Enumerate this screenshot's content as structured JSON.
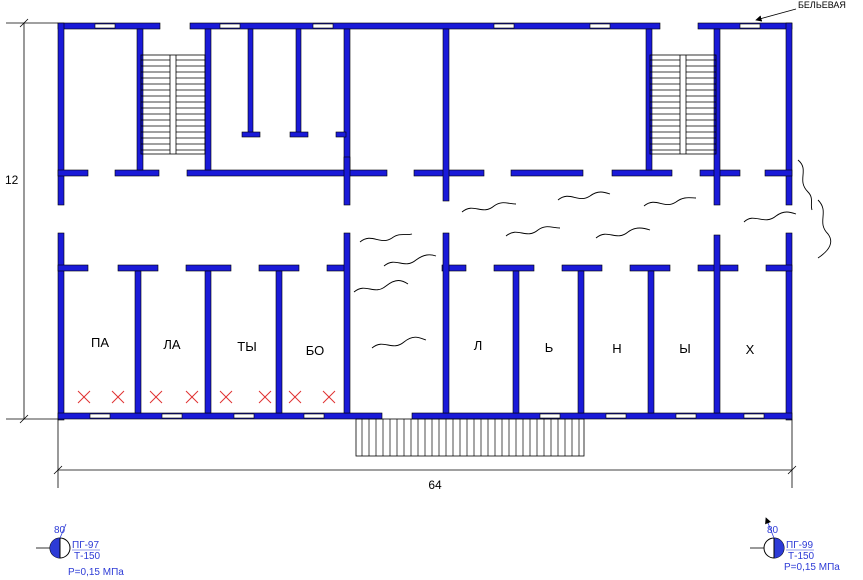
{
  "drawing": {
    "title_note": "БЕЛЬЕВАЯ",
    "dimension_height": "12",
    "dimension_width": "64",
    "rooms": [
      {
        "id": "r1",
        "label": "ПА"
      },
      {
        "id": "r2",
        "label": "ЛА"
      },
      {
        "id": "r3",
        "label": "ТЫ"
      },
      {
        "id": "r4",
        "label": "БО"
      },
      {
        "id": "r5",
        "label": "Л"
      },
      {
        "id": "r6",
        "label": "Ь"
      },
      {
        "id": "r7",
        "label": "Н"
      },
      {
        "id": "r8",
        "label": "Ы"
      },
      {
        "id": "r9",
        "label": "Х"
      }
    ],
    "hydrants": [
      {
        "id": "left",
        "code": "ПГ-97",
        "pipe": "Т-150",
        "pressure": "Р=0,15 МПа",
        "distance": "80"
      },
      {
        "id": "right",
        "code": "ПГ-99",
        "pipe": "Т-150",
        "pressure": "Р=0,15 МПа",
        "distance": "80"
      }
    ],
    "colors": {
      "wall": "#1a1ad8",
      "cross": "#e03030",
      "hydrant": "#2d3bd6"
    }
  }
}
